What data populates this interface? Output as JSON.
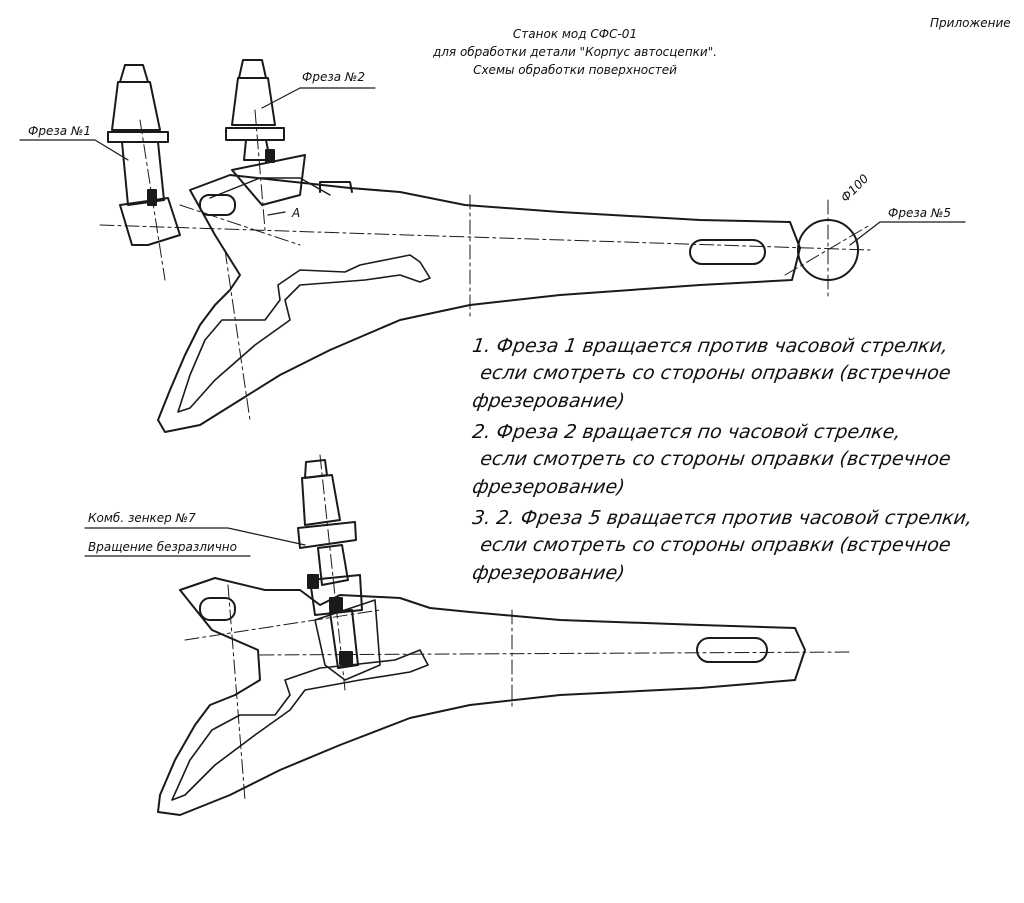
{
  "header": {
    "appendix": "Приложение",
    "title1": "Станок мод СФС-01",
    "title2": "для обработки детали \"Корпус автосцепки\".",
    "title3": "Схемы обработки поверхностей"
  },
  "labels": {
    "cutter1": "Фреза №1",
    "cutter2": "Фреза №2",
    "cutter5": "Фреза №5",
    "point_a": "А",
    "diameter": "Ф100",
    "countersink": "Комб. зенкер №7",
    "rotation": "Вращение безразлично"
  },
  "notes": [
    {
      "l1": "1. Фреза 1 вращается против часовой стрелки,",
      "l2": "если смотреть со стороны оправки (встречное",
      "l3": "фрезерование)"
    },
    {
      "l1": "2. Фреза 2 вращается по часовой стрелке,",
      "l2": "если смотреть со стороны оправки (встречное",
      "l3": "фрезерование)"
    },
    {
      "l1": "3. 2. Фреза 5 вращается против часовой стрелки,",
      "l2": "если смотреть со стороны оправки (встречное",
      "l3": "фрезерование)"
    }
  ]
}
